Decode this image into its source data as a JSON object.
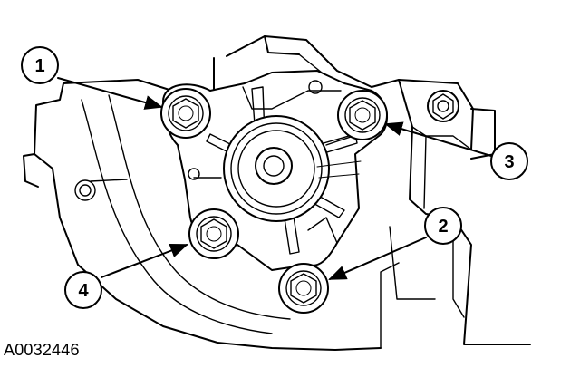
{
  "figure": {
    "id_label": "A0032446",
    "callouts": [
      {
        "number": "1",
        "part": "bolt"
      },
      {
        "number": "2",
        "part": "bolt"
      },
      {
        "number": "3",
        "part": "bolt"
      },
      {
        "number": "4",
        "part": "bolt"
      }
    ],
    "colors": {
      "ink": "#000000",
      "paper": "#ffffff"
    }
  }
}
